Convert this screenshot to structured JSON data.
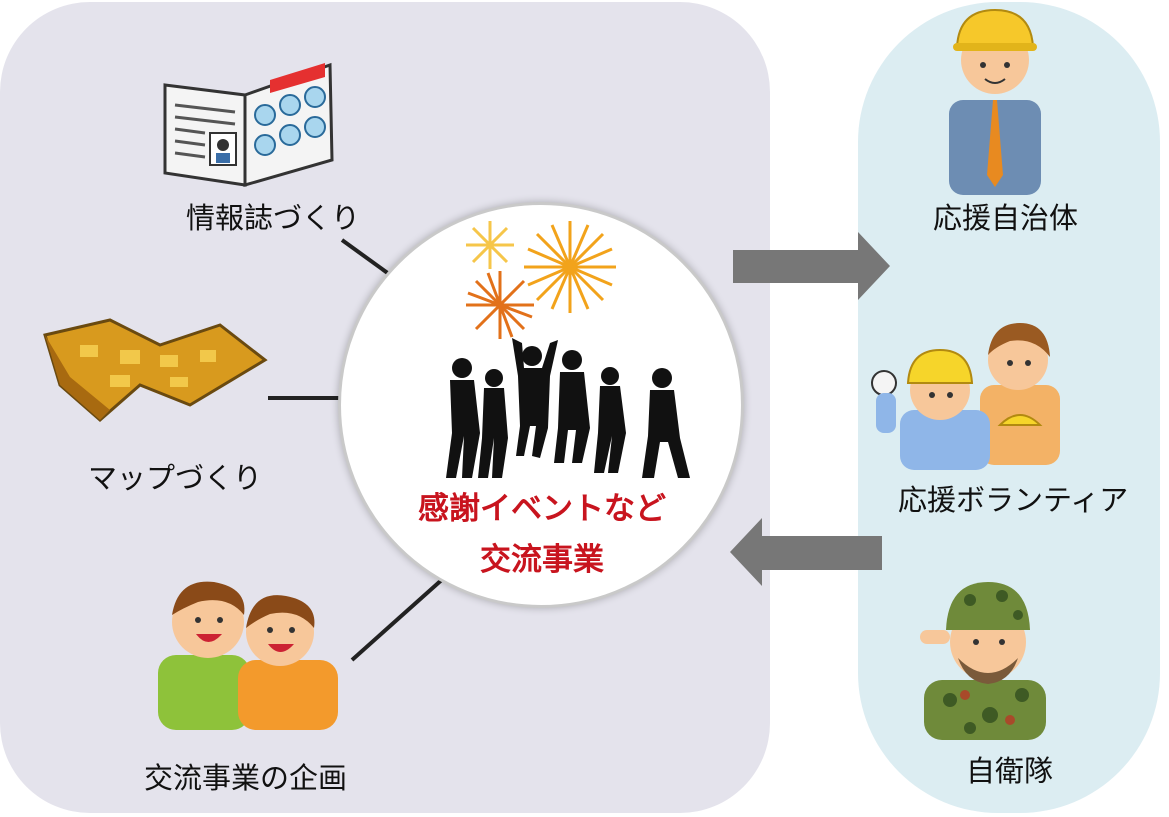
{
  "left": {
    "items": [
      {
        "label": "情報誌づくり",
        "icon": "magazine-icon"
      },
      {
        "label": "マップづくり",
        "icon": "map-icon"
      },
      {
        "label": "交流事業の企画",
        "icon": "friends-icon"
      }
    ]
  },
  "center": {
    "line1": "感謝イベントなど",
    "line2": "交流事業",
    "icons": [
      "fireworks-icon",
      "dancing-people-icon"
    ]
  },
  "right": {
    "items": [
      {
        "label": "応援自治体",
        "icon": "worker-helmet-icon"
      },
      {
        "label": "応援ボランティア",
        "icon": "volunteers-icon"
      },
      {
        "label": "自衛隊",
        "icon": "soldier-icon"
      }
    ]
  },
  "colors": {
    "left_panel": "#e4e3ec",
    "right_panel": "#dcedf2",
    "accent_red": "#c8141e",
    "arrow_gray": "#777777"
  }
}
